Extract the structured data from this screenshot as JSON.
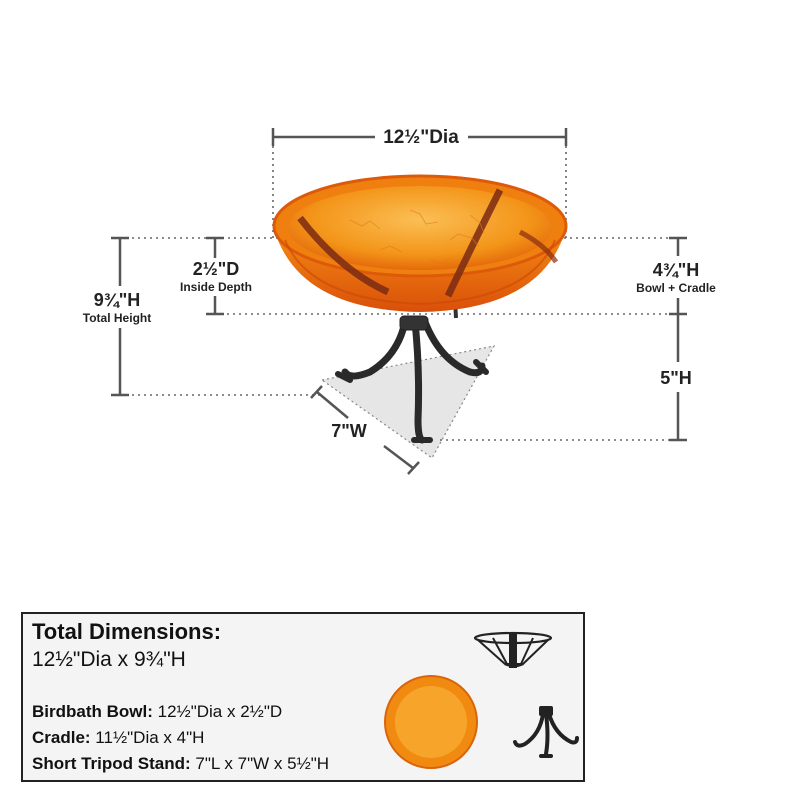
{
  "dimensions": {
    "diameter": "12½\"Dia",
    "inside_depth": "2½\"D",
    "inside_depth_caption": "Inside Depth",
    "total_height": "9¾\"H",
    "total_height_caption": "Total Height",
    "bowl_cradle_height": "4¾\"H",
    "bowl_cradle_caption": "Bowl + Cradle",
    "stand_height": "5\"H",
    "stand_width": "7\"W"
  },
  "specs": {
    "title": "Total Dimensions:",
    "total": "12½\"Dia x 9¾\"H",
    "rows": [
      {
        "label": "Birdbath Bowl:",
        "value": " 12½\"Dia x 2½\"D"
      },
      {
        "label": "Cradle:",
        "value": " 11½\"Dia x 4\"H"
      },
      {
        "label": "Short Tripod Stand:",
        "value": " 7\"L x 7\"W x 5½\"H"
      }
    ]
  },
  "colors": {
    "bowl": "#f08a10",
    "bowl_light": "#f7a52a",
    "bowl_rim": "#d9540a",
    "stripe": "#7a2a14",
    "metal": "#2a2a2a",
    "dim_line": "#555555"
  },
  "icons": [
    "birdbath-bowl-icon",
    "cradle-icon",
    "tripod-stand-icon"
  ]
}
